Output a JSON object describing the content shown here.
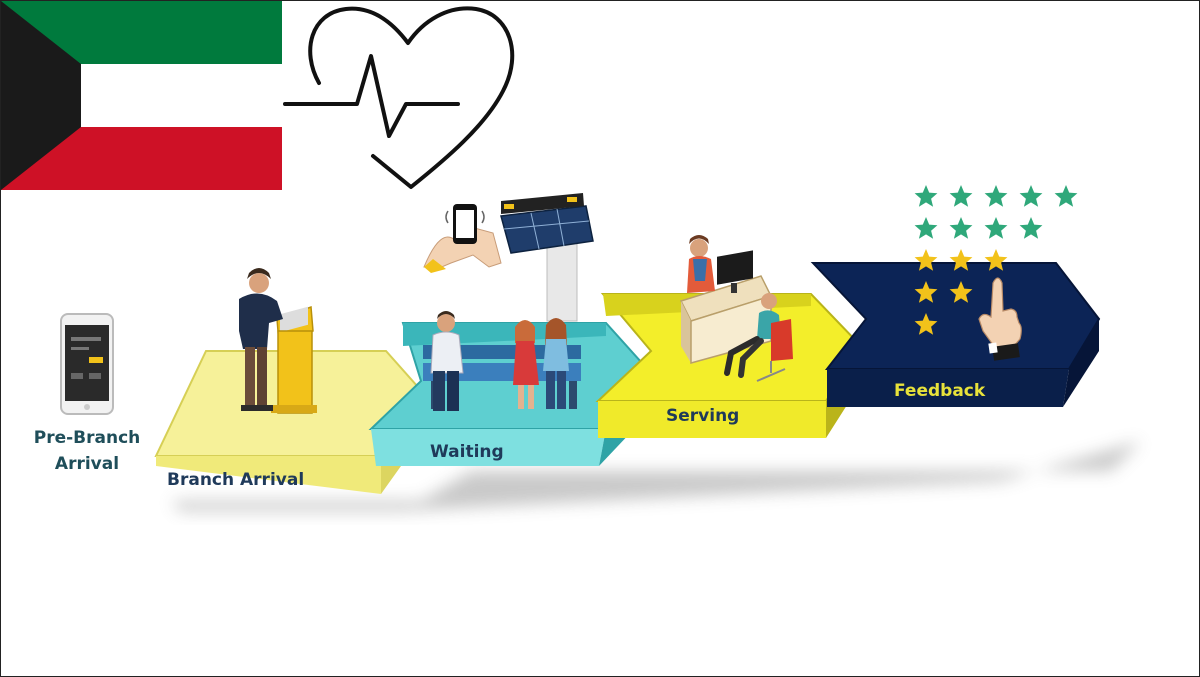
{
  "stages": [
    {
      "id": "pre-branch",
      "label": "Pre-Branch Arrival"
    },
    {
      "id": "branch-arrival",
      "label": "Branch Arrival"
    },
    {
      "id": "waiting",
      "label": "Waiting"
    },
    {
      "id": "serving",
      "label": "Serving"
    },
    {
      "id": "feedback",
      "label": "Feedback"
    }
  ],
  "rating": {
    "star_rows": [
      5,
      4,
      3,
      2,
      1
    ]
  },
  "colors": {
    "arrival_platform": "#f6f199",
    "waiting_platform": "#5ecfd0",
    "serving_platform": "#f3ee2a",
    "feedback_platform": "#0c2456",
    "feedback_label": "#e8e23a",
    "star_green": "#2fa87a",
    "star_yellow": "#f2c21a",
    "flag_green": "#007a3d",
    "flag_red": "#ce1126",
    "flag_black": "#1a1a1a"
  },
  "icons": [
    "kuwait-flag",
    "heartbeat-icon",
    "smartphone-icon",
    "kiosk-icon",
    "queue-display-icon",
    "desk-icon",
    "star-icon",
    "pointing-hand-icon"
  ]
}
